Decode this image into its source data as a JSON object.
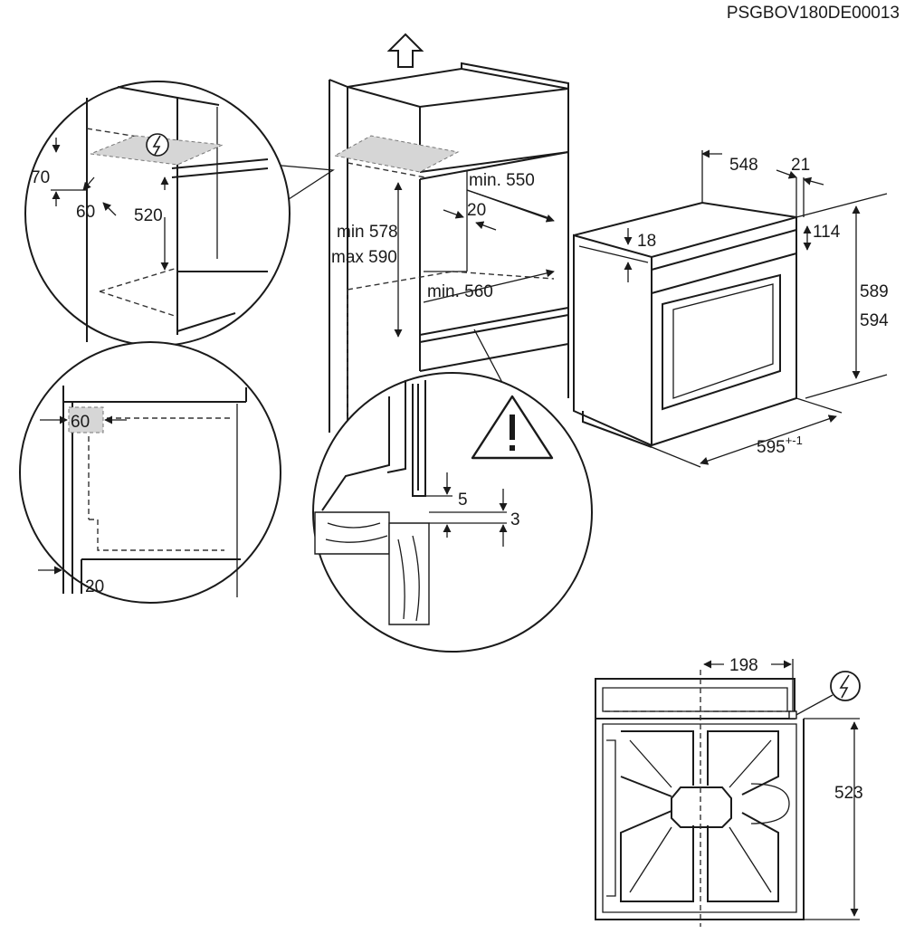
{
  "doc_code": "PSGBOV180DE00013",
  "icons": [
    "up-arrow-icon",
    "electric-connection-icon",
    "warning-triangle-icon"
  ],
  "cabinet_labels": {
    "min_550": "min. 550",
    "d20": "20",
    "min_578": "min 578",
    "max_590": "max 590",
    "min_560": "min. 560"
  },
  "detail_top": {
    "d70": "70",
    "d60": "60",
    "d520": "520"
  },
  "detail_vent": {
    "d60": "60",
    "d20": "20"
  },
  "detail_gap": {
    "d5": "5",
    "d3": "3"
  },
  "oven_labels": {
    "d548": "548",
    "d21": "21",
    "d114": "114",
    "d18": "18",
    "d589": "589",
    "d594": "594",
    "d595": "595",
    "d595_tol": "+-1"
  },
  "back_view": {
    "d198": "198",
    "d523": "523"
  }
}
